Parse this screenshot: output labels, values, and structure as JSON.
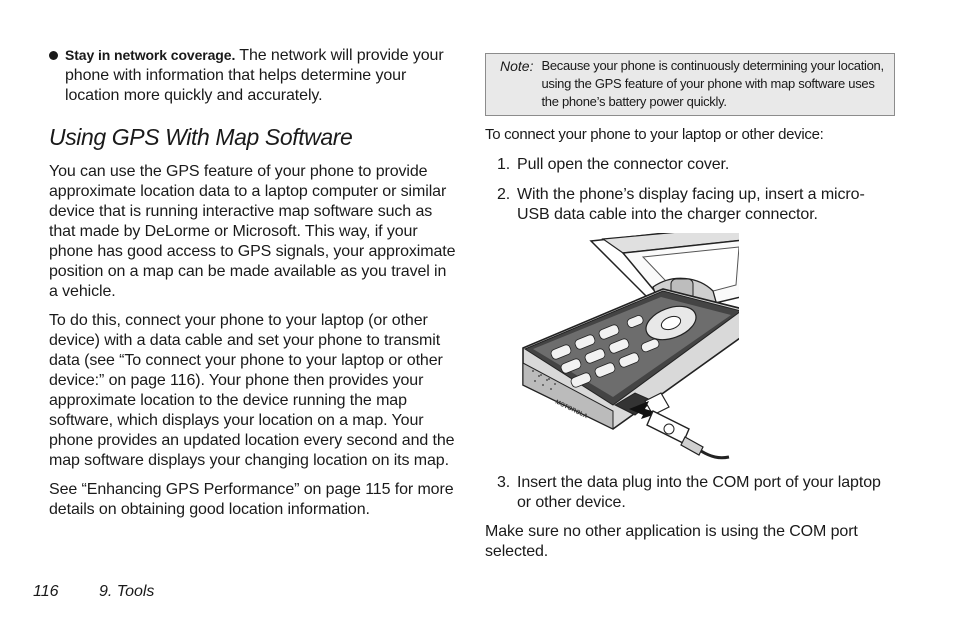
{
  "bullet": {
    "lead": "Stay in network coverage.",
    "text": " The network will provide your phone with information that helps determine your location more quickly and accurately."
  },
  "section": {
    "title": "Using GPS With Map Software",
    "paragraphs": [
      "You can use the GPS feature of your phone to provide approximate location data to a laptop computer or similar device that is running interactive map software such as that made by DeLorme or Microsoft. This way, if your phone has good access to GPS signals, your approximate position on a map can be made available as you travel in a vehicle.",
      "To do this, connect your phone to your laptop (or other device) with a data cable and set your phone to transmit data (see “To connect your phone to your laptop or other device:” on page 116). Your phone then provides your approximate location to the device running the map software, which displays your location on a map. Your phone provides an updated location every second and the map software displays your changing location on its map.",
      "See “Enhancing GPS Performance” on page 115 for more details on obtaining good location information."
    ]
  },
  "note": {
    "label": "Note:",
    "text": "Because your phone is continuously determining your location, using the GPS feature of your phone with map software uses the phone’s battery power quickly."
  },
  "procedure": {
    "intro": "To connect your phone to your laptop or other device:",
    "steps": [
      {
        "num": "1.",
        "text": "Pull open the connector cover."
      },
      {
        "num": "2.",
        "text": "With the phone’s display facing up, insert a micro-USB data cable into the charger connector."
      },
      {
        "num": "3.",
        "text": "Insert the data plug into the COM port of your laptop or other device."
      }
    ],
    "closing": "Make sure no other application is using the COM port selected."
  },
  "illustration": {
    "brand_text": "MOTOROLA",
    "icon": "phone-with-usb-cable-illustration"
  },
  "footer": {
    "page_number": "116",
    "chapter": "9. Tools"
  }
}
